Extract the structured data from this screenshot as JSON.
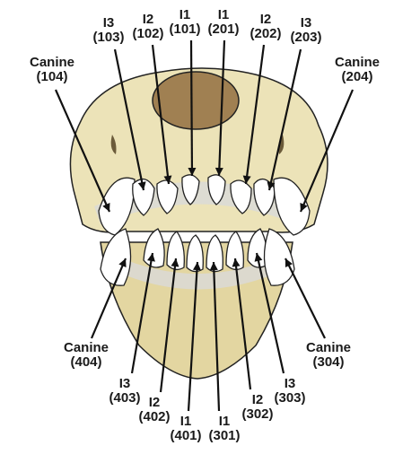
{
  "labels": {
    "upper": [
      {
        "name": "Canine",
        "code": "(104)"
      },
      {
        "name": "I3",
        "code": "(103)"
      },
      {
        "name": "I2",
        "code": "(102)"
      },
      {
        "name": "I1",
        "code": "(101)"
      },
      {
        "name": "I1",
        "code": "(201)"
      },
      {
        "name": "I2",
        "code": "(202)"
      },
      {
        "name": "I3",
        "code": "(203)"
      },
      {
        "name": "Canine",
        "code": "(204)"
      }
    ],
    "lower": [
      {
        "name": "Canine",
        "code": "(404)"
      },
      {
        "name": "I3",
        "code": "(403)"
      },
      {
        "name": "I2",
        "code": "(402)"
      },
      {
        "name": "I1",
        "code": "(401)"
      },
      {
        "name": "I1",
        "code": "(301)"
      },
      {
        "name": "I2",
        "code": "(302)"
      },
      {
        "name": "I3",
        "code": "(303)"
      },
      {
        "name": "Canine",
        "code": "(304)"
      }
    ]
  },
  "colors": {
    "bone": "#ece3b8",
    "bone_shade": "#cfc089",
    "tooth": "#ffffff",
    "gum_speckle": "#b8b8b8",
    "nasal_cavity": "#a08052",
    "outline": "#222222"
  }
}
